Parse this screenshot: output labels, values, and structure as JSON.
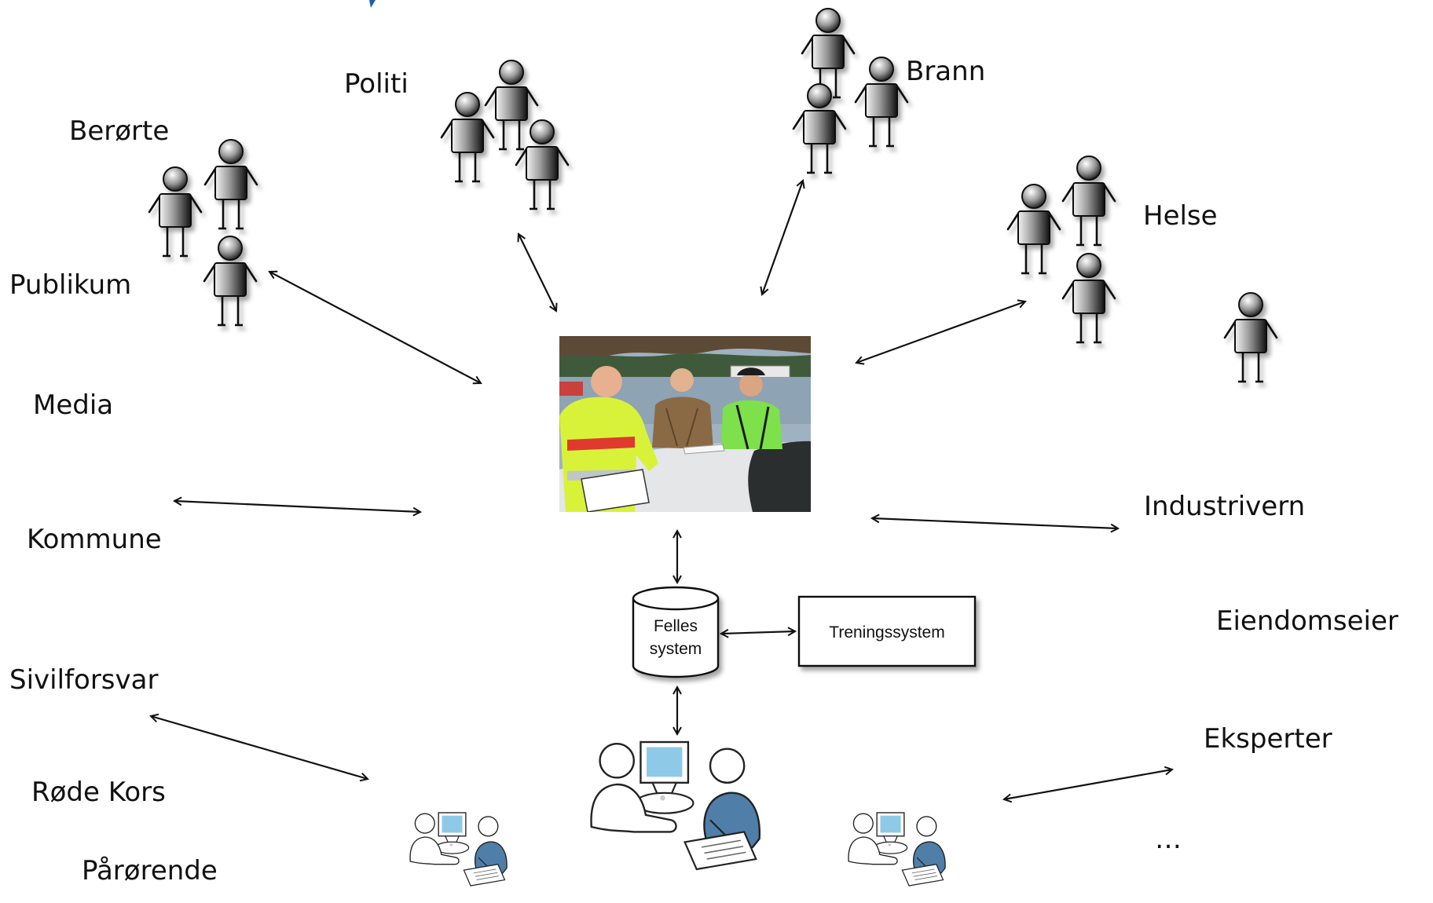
{
  "labels": {
    "politi": "Politi",
    "brann": "Brann",
    "berorte": "Berørte",
    "publikum": "Publikum",
    "helse": "Helse",
    "media": "Media",
    "kommune": "Kommune",
    "industrivern": "Industrivern",
    "eiendomseier": "Eiendomseier",
    "sivilforsvar": "Sivilforsvar",
    "eksperter": "Eksperter",
    "rode_kors": "Røde Kors",
    "ellipsis": "…",
    "parorende": "Pårørende"
  },
  "system_box": {
    "line1": "Felles",
    "line2": "system"
  },
  "training_box": {
    "label": "Treningssystem"
  },
  "colors": {
    "person_dark": "#1a1a1a",
    "person_light": "#d9d9d9",
    "monitor_screen": "#8ec9e8",
    "worker_blue": "#4f7ea8",
    "accent_title": "#1f5fa8"
  }
}
